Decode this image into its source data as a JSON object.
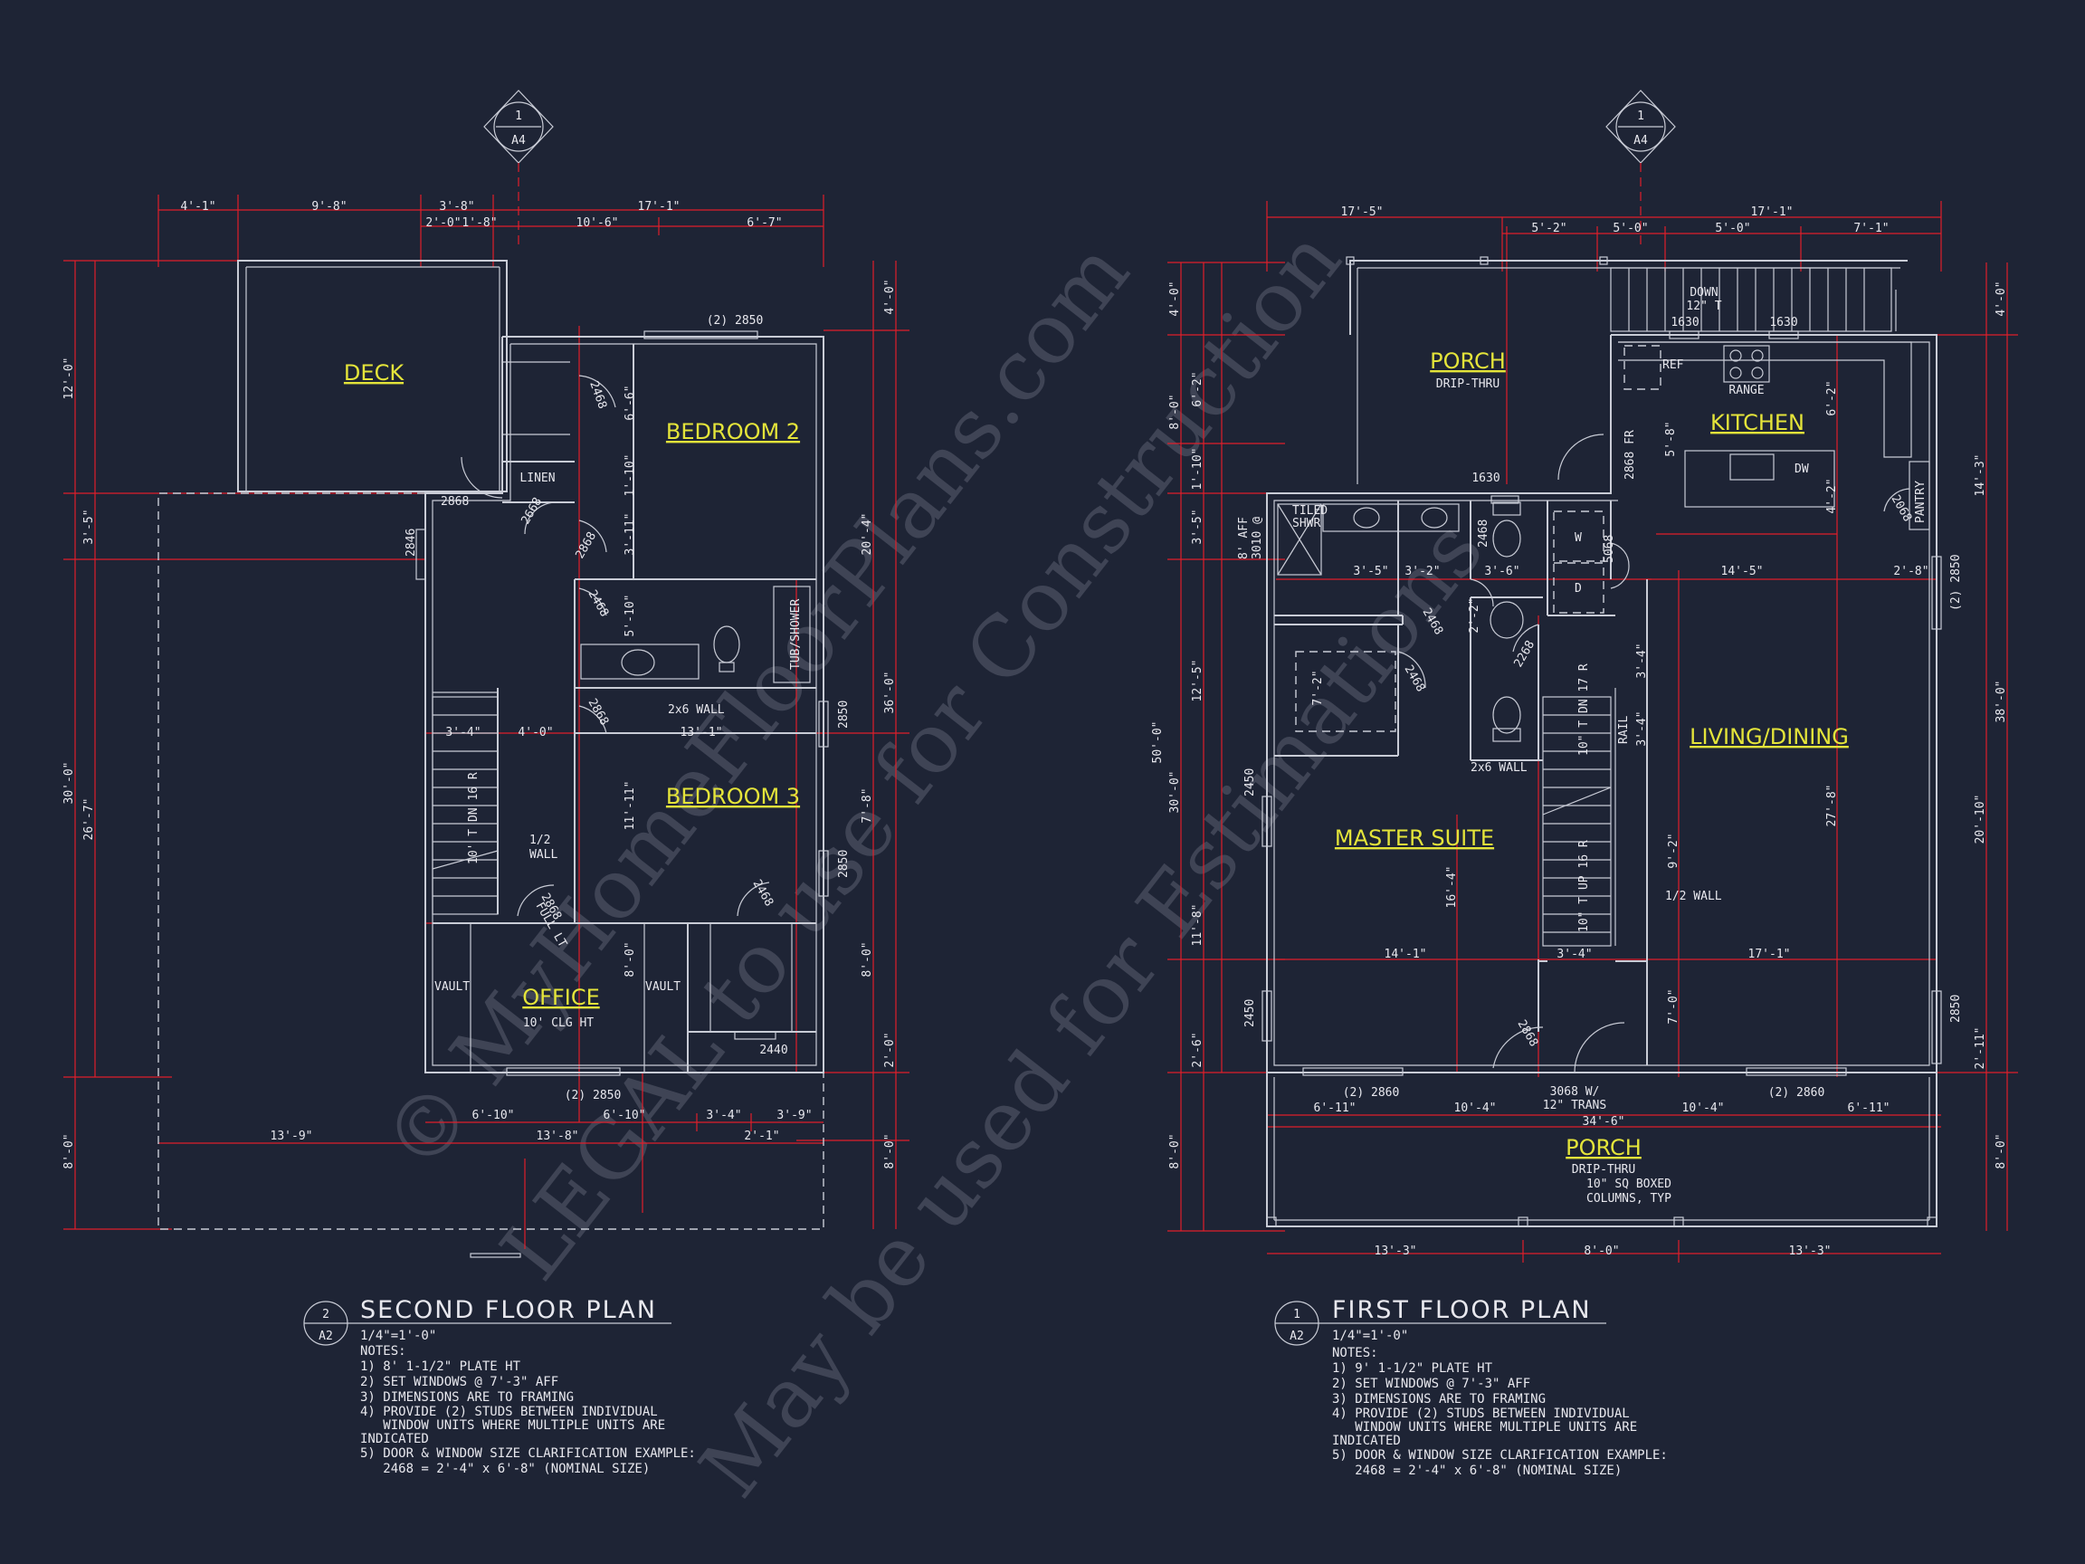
{
  "watermark": {
    "line1": "© MyHomeFloorPlans.com",
    "line2": "LEGAL to use for Construction",
    "line3": "May be used for Estimations"
  },
  "section_markers": [
    {
      "top": "1",
      "bottom": "A4"
    },
    {
      "top": "1",
      "bottom": "A4"
    }
  ],
  "second_floor": {
    "title": "SECOND FLOOR PLAN",
    "tag_number": "2",
    "tag_sheet": "A2",
    "scale": "1/4\"=1'-0\"",
    "notes_heading": "NOTES:",
    "notes": [
      "1) 8' 1-1/2\" PLATE HT",
      "2) SET WINDOWS @ 7'-3\" AFF",
      "3) DIMENSIONS ARE TO FRAMING",
      "4) PROVIDE (2) STUDS BETWEEN INDIVIDUAL",
      "   WINDOW UNITS WHERE MULTIPLE UNITS ARE",
      "INDICATED",
      "5) DOOR & WINDOW SIZE CLARIFICATION EXAMPLE:",
      "   2468 = 2'-4\" x 6'-8\" (NOMINAL SIZE)"
    ],
    "rooms": {
      "deck": "DECK",
      "bedroom2": "BEDROOM 2",
      "bedroom3": "BEDROOM 3",
      "office": "OFFICE",
      "office_sub": "10' CLG HT"
    },
    "labels": {
      "linen": "LINEN",
      "tub": "TUB/SHOWER",
      "wall2x6": "2x6 WALL",
      "half_wall": "1/2",
      "half_wall2": "WALL",
      "vault1": "VAULT",
      "vault2": "VAULT",
      "full_lt": "FULL LT",
      "stairs": "10' T DN 16 R",
      "w_top": "(2) 2850",
      "w_bottom": "(2) 2850",
      "w_right1": "2850",
      "w_right2": "2850",
      "w_left": "2846",
      "d1": "2868",
      "d2": "2468",
      "d3": "2668",
      "d4": "2868",
      "d5": "2468",
      "d6": "2868",
      "d7": "2868",
      "d8": "2468",
      "d9": "2440"
    },
    "dims_top": [
      "4'-1\"",
      "9'-8\"",
      "3'-8\"",
      "17'-1\"",
      "2'-0\"",
      "1'-8\"",
      "10'-6\"",
      "6'-7\""
    ],
    "dims_left": [
      "12'-0\"",
      "3'-5\"",
      "30'-0\"",
      "26'-7\"",
      "8'-0\""
    ],
    "dims_right": [
      "4'-0\"",
      "20'-4\"",
      "36'-0\"",
      "7'-8\"",
      "8'-0\"",
      "2'-0\"",
      "8'-0\""
    ],
    "dims_bottom": [
      "13'-9\"",
      "6'-10\"",
      "6'-10\"",
      "3'-4\"",
      "3'-9\"",
      "13'-8\"",
      "2'-1\""
    ],
    "dims_inner": [
      "6'-6\"",
      "1'-10\"",
      "3'-11\"",
      "5'-10\"",
      "13'-1\"",
      "4'-0\"",
      "3'-4\"",
      "11'-11\"",
      "8'-0\""
    ]
  },
  "first_floor": {
    "title": "FIRST FLOOR PLAN",
    "tag_number": "1",
    "tag_sheet": "A2",
    "scale": "1/4\"=1'-0\"",
    "notes_heading": "NOTES:",
    "notes": [
      "1) 9' 1-1/2\" PLATE HT",
      "2) SET WINDOWS @ 7'-3\" AFF",
      "3) DIMENSIONS ARE TO FRAMING",
      "4) PROVIDE (2) STUDS BETWEEN INDIVIDUAL",
      "   WINDOW UNITS WHERE MULTIPLE UNITS ARE",
      "INDICATED",
      "5) DOOR & WINDOW SIZE CLARIFICATION EXAMPLE:",
      "   2468 = 2'-4\" x 6'-8\" (NOMINAL SIZE)"
    ],
    "rooms": {
      "porch_top": "PORCH",
      "porch_top_sub": "DRIP-THRU",
      "kitchen": "KITCHEN",
      "living": "LIVING/DINING",
      "master": "MASTER SUITE",
      "porch_bottom": "PORCH",
      "porch_bottom_sub1": "DRIP-THRU",
      "porch_bottom_sub2": "10\" SQ BOXED",
      "porch_bottom_sub3": "COLUMNS, TYP"
    },
    "labels": {
      "down": "DOWN",
      "down_sub": "12\" T",
      "ref": "REF",
      "range": "RANGE",
      "dw": "DW",
      "pantry": "PANTRY",
      "tiled1": "TILED",
      "tiled2": "SHWR",
      "aff1": "8' AFF",
      "aff2": "3010 @",
      "w_label": "W",
      "d_label": "D",
      "rail": "RAIL",
      "wall2x6": "2x6 WALL",
      "half_wall": "1/2 WALL",
      "stairs_up": "10\" T UP 16 R",
      "stairs_dn": "10\" T DN 17 R",
      "entry1": "3068 W/",
      "entry2": "12\" TRANS",
      "w1630a": "1630",
      "w1630b": "1630",
      "w1630c": "1630",
      "w2860a": "(2) 2860",
      "w2860b": "(2) 2860",
      "w2850a": "(2) 2850",
      "w2850b": "2850",
      "w2450a": "2450",
      "w2450b": "2450",
      "d2868fr": "2868 FR",
      "d2068": "2068",
      "d2468a": "2468",
      "d5068": "5068",
      "d2468b": "2468",
      "d2268": "2268",
      "d2468c": "2468",
      "d2868": "2868"
    },
    "dims_top": [
      "17'-5\"",
      "17'-1\"",
      "5'-2\"",
      "5'-0\"",
      "5'-0\"",
      "7'-1\""
    ],
    "dims_left": [
      "4'-0\"",
      "8'-0\"",
      "6'-2\"",
      "1'-10\"",
      "3'-5\"",
      "30'-0\"",
      "12'-5\"",
      "11'-8\"",
      "2'-6\"",
      "50'-0\"",
      "8'-0\""
    ],
    "dims_right": [
      "4'-0\"",
      "14'-3\"",
      "38'-0\"",
      "20'-10\"",
      "2'-11\"",
      "8'-0\""
    ],
    "dims_bottom": [
      "6'-11\"",
      "10'-4\"",
      "10'-4\"",
      "6'-11\"",
      "34'-6\"",
      "13'-3\"",
      "8'-0\"",
      "13'-3\""
    ],
    "dims_inner": [
      "3'-5\"",
      "3'-2\"",
      "3'-6\"",
      "14'-5\"",
      "2'-8\"",
      "5'-8\"",
      "6'-2\"",
      "4'-2\"",
      "7'-2\"",
      "3'-4\"",
      "3'-4\"",
      "27'-8\"",
      "9'-2\"",
      "16'-4\"",
      "14'-1\"",
      "3'-4\"",
      "17'-1\"",
      "7'-0\"",
      "2'-2\""
    ]
  }
}
